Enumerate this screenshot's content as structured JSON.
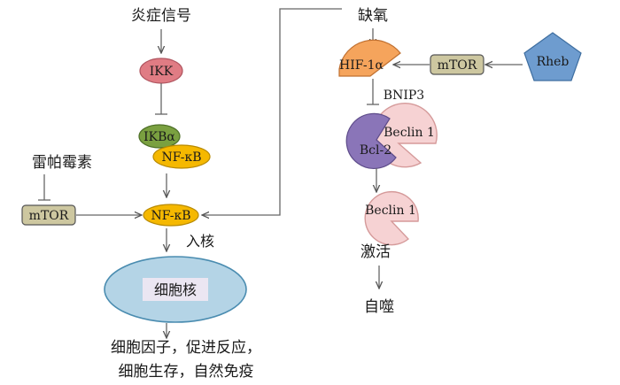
{
  "left": {
    "inflammation_signal": "炎症信号",
    "ikk": "IKK",
    "ikba": "IKBα",
    "nfkb_bound": "NF-κB",
    "rapamycin": "雷帕霉素",
    "mtor": "mTOR",
    "nfkb": "NF-κB",
    "into_nucleus": "入核",
    "nucleus": "细胞核",
    "outcome_line1": "细胞因子，促进反应，",
    "outcome_line2": "细胞生存，自然免疫"
  },
  "right": {
    "hypoxia": "缺氧",
    "hif1a": "HIF-1α",
    "mtor": "mTOR",
    "rheb": "Rheb",
    "bnip3": "BNIP3",
    "beclin1_bound": "Beclin 1",
    "bcl2": "Bcl-2",
    "beclin1_free": "Beclin 1",
    "activation": "激活",
    "autophagy": "自噬"
  },
  "colors": {
    "ikk": "#e07c84",
    "ikba": "#7aa040",
    "nfkb": "#f5b800",
    "mtor": "#cdc7a0",
    "nucleus": "#b4d4e6",
    "hif1a": "#f5a45c",
    "rheb": "#6e9ccf",
    "bcl2": "#8a75b8",
    "beclin": "#f6d2d3"
  }
}
